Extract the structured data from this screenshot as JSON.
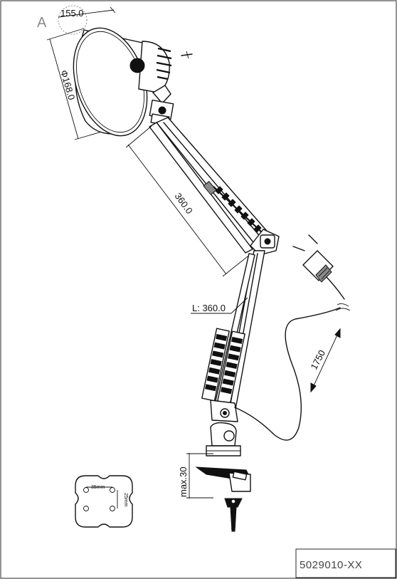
{
  "detail_label": "A",
  "dimensions": {
    "shade_depth": "155.0",
    "shade_diameter": "Φ168.0",
    "arm_upper": "360.0",
    "arm_lower": "L: 360.0",
    "cord_length": "1750",
    "clamp_opening": "max.30"
  },
  "base_plate": {
    "width_label": "35mm",
    "height_label": "25mm"
  },
  "product_code": "5029010-XX",
  "colors": {
    "line": "#111111",
    "muted": "#8a8a8a"
  }
}
